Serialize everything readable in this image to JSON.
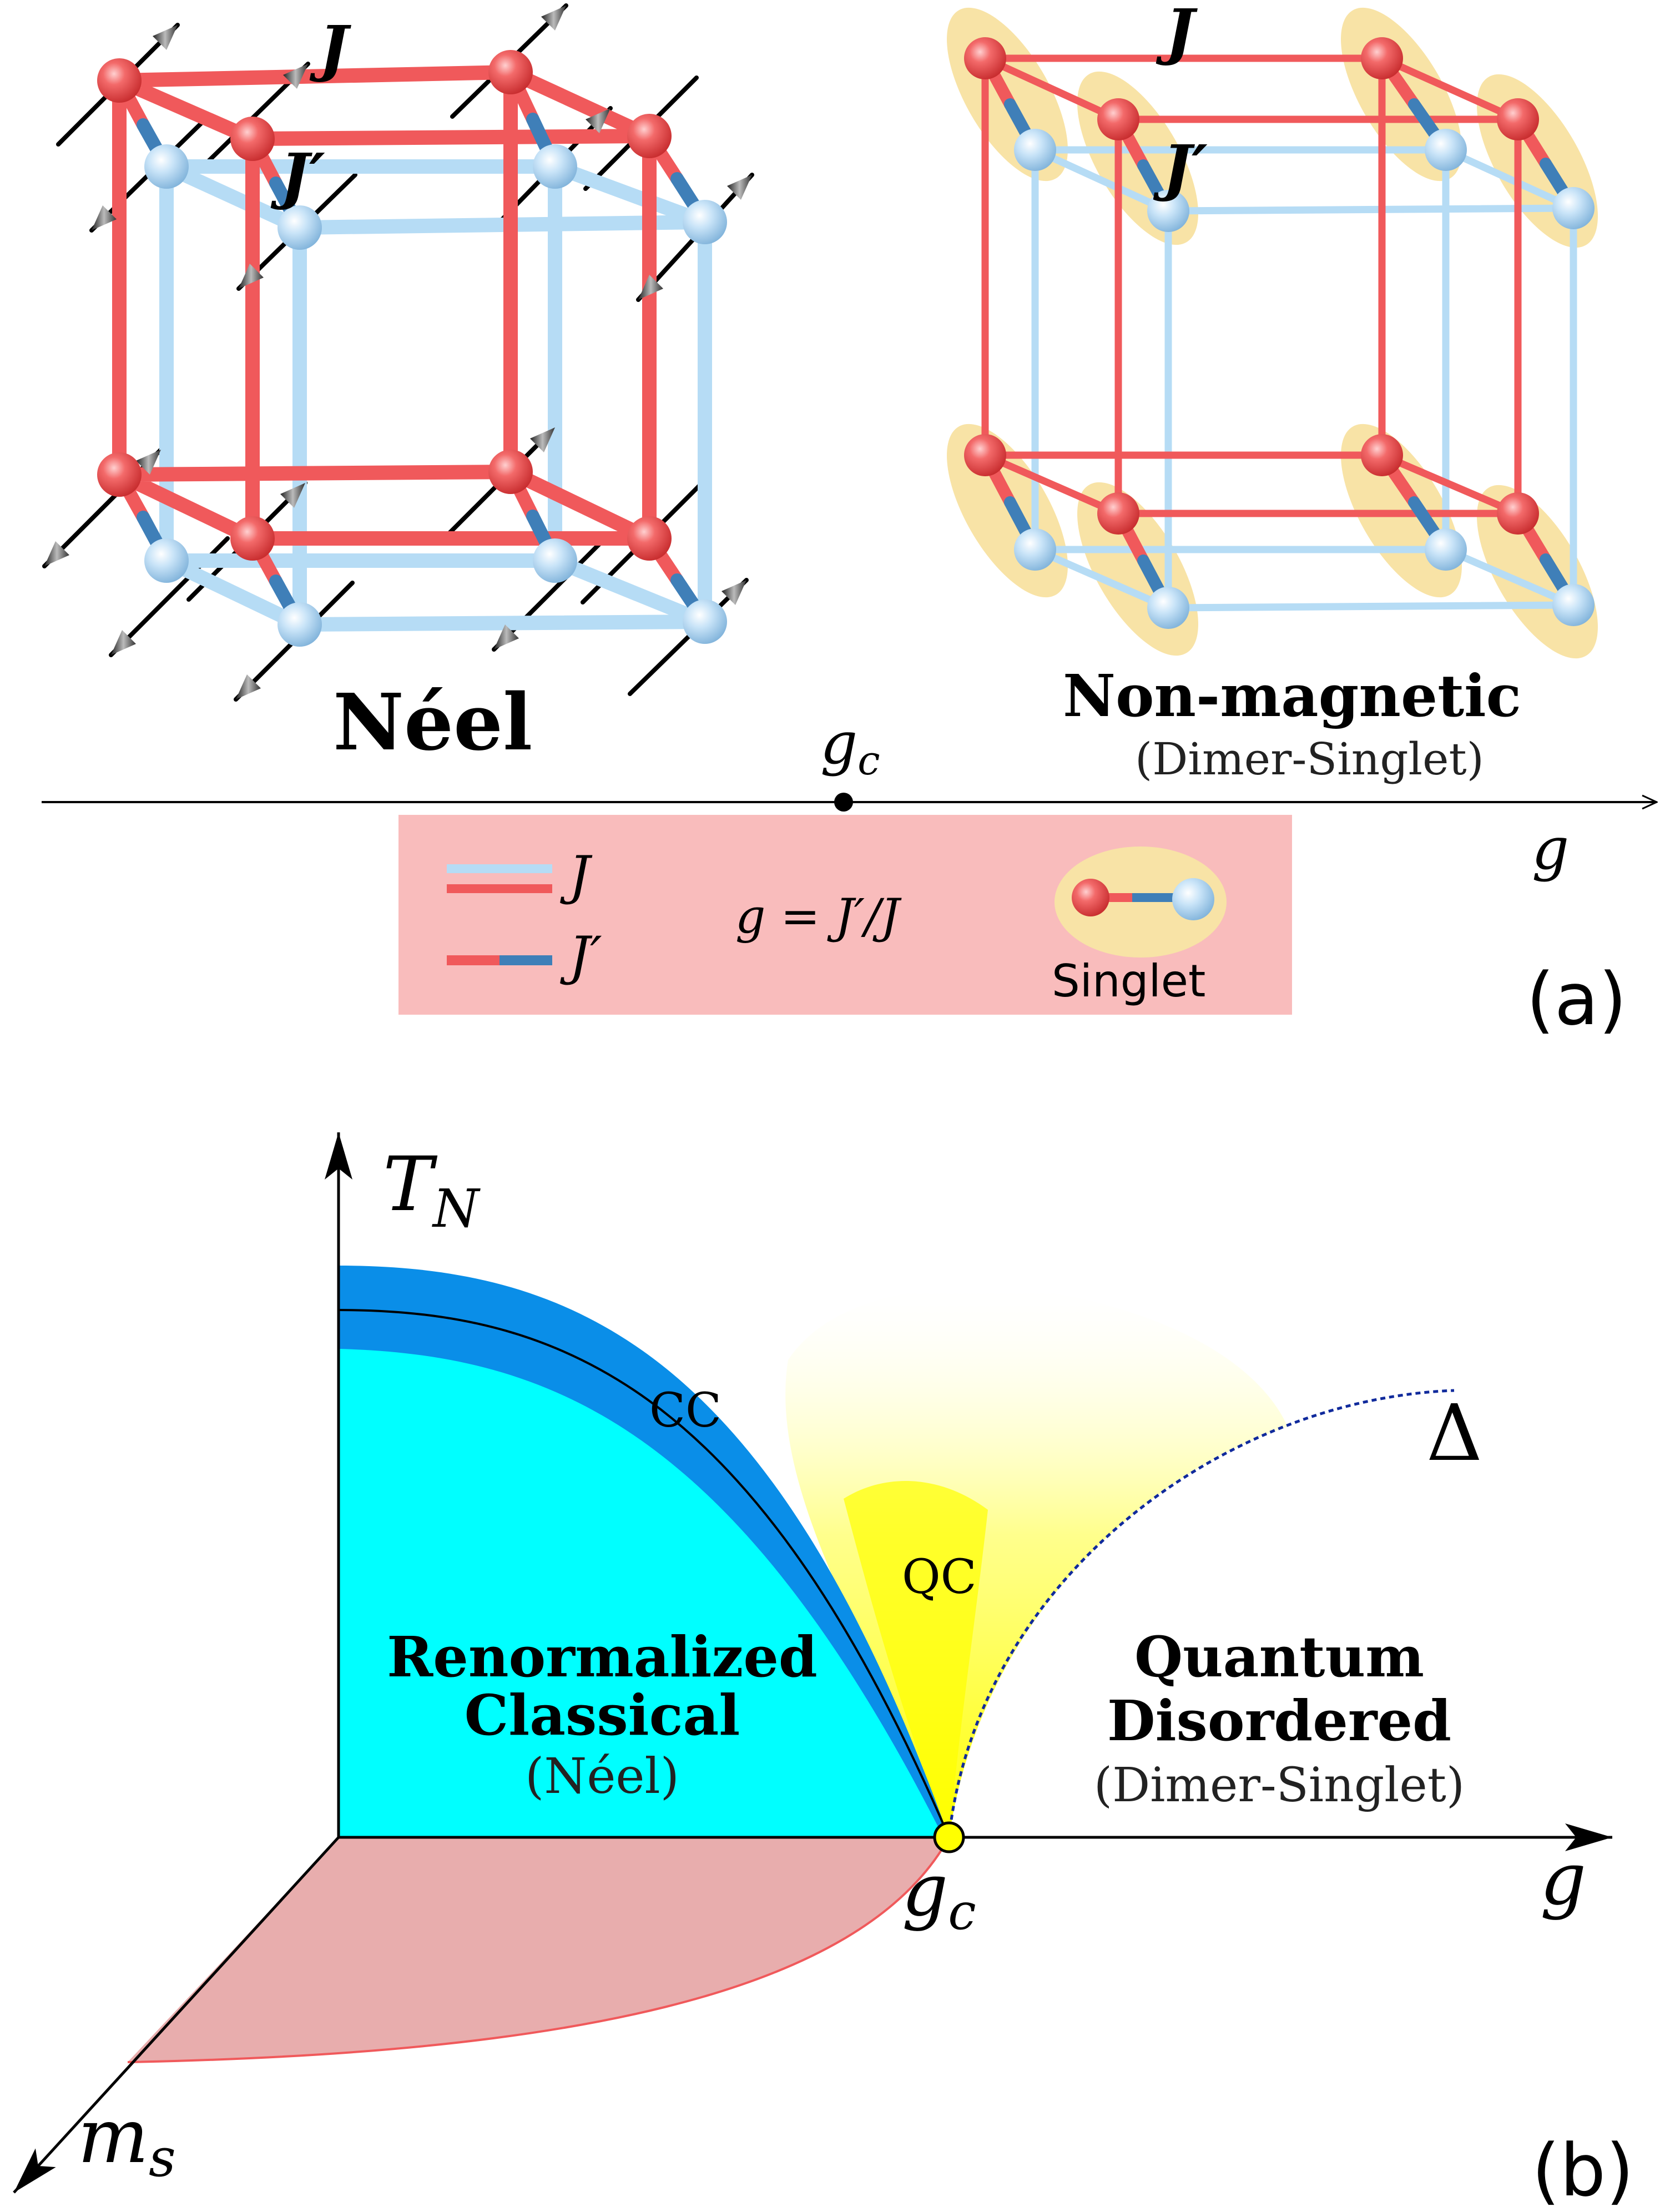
{
  "panel_a": {
    "panel_label": "(a)",
    "neel_caption": "Néel",
    "nonmag_caption": "Non-magnetic",
    "nonmag_subcaption": "(Dimer-Singlet)",
    "J_label": "J",
    "Jp_label": "J′",
    "axis": {
      "critical_label": "g",
      "critical_sub": "c",
      "axis_label": "g"
    },
    "legend": {
      "J_label": "J",
      "Jp_label": "J′",
      "definition": "g = J′/J",
      "singlet_label": "Singlet"
    }
  },
  "panel_b": {
    "panel_label": "(b)",
    "y_axis_label": "T",
    "y_axis_sub": "N",
    "x_axis_label": "g",
    "z_axis_label": "m",
    "z_axis_sub": "s",
    "critical_label": "g",
    "critical_sub": "c",
    "cc_label": "CC",
    "qc_label": "QC",
    "gap_label": "Δ",
    "rc_title_line1": "Renormalized",
    "rc_title_line2": "Classical",
    "rc_subtitle": "(Néel)",
    "qd_title_line1": "Quantum",
    "qd_title_line2": "Disordered",
    "qd_subtitle": "(Dimer-Singlet)"
  },
  "colors": {
    "J_bond_red": "#f0595b",
    "Jp_bond_blue": "#b6dcf5",
    "dimer_blue": "#3f7fb8",
    "singlet_halo": "#f8e3a6",
    "legend_bg": "#f9bcbc",
    "renormalized_classical": "#00ffff",
    "classical_critical_band": "#0a8ee8",
    "quantum_critical": "#ffff33",
    "ordered_moment_area": "#e8adad"
  }
}
